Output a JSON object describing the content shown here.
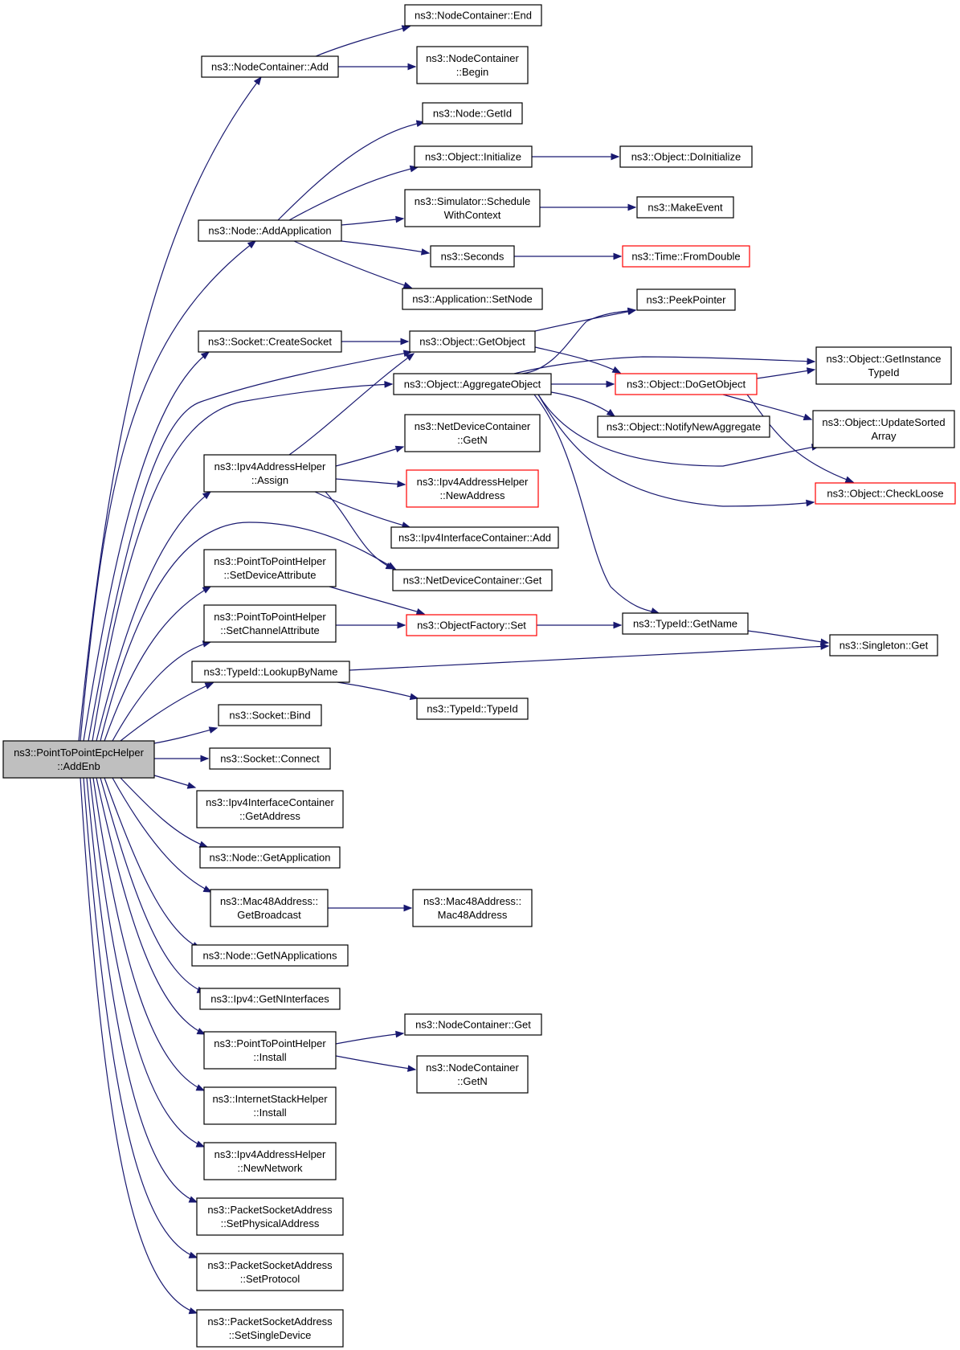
{
  "diagram": {
    "colors": {
      "edge": "#191970",
      "node_border": "#000000",
      "truncated_border": "#ff0000",
      "root_fill": "#bfbfbf",
      "node_fill": "#ffffff"
    },
    "nodes": [
      {
        "id": "root",
        "lines": [
          "ns3::PointToPointEpcHelper",
          "::AddEnb"
        ],
        "style": "root"
      },
      {
        "id": "nc_add",
        "lines": [
          "ns3::NodeContainer::Add"
        ],
        "style": "normal"
      },
      {
        "id": "nc_end",
        "lines": [
          "ns3::NodeContainer::End"
        ],
        "style": "normal"
      },
      {
        "id": "nc_begin",
        "lines": [
          "ns3::NodeContainer",
          "::Begin"
        ],
        "style": "normal"
      },
      {
        "id": "node_getid",
        "lines": [
          "ns3::Node::GetId"
        ],
        "style": "normal"
      },
      {
        "id": "obj_init",
        "lines": [
          "ns3::Object::Initialize"
        ],
        "style": "normal"
      },
      {
        "id": "obj_doinit",
        "lines": [
          "ns3::Object::DoInitialize"
        ],
        "style": "normal"
      },
      {
        "id": "node_addapp",
        "lines": [
          "ns3::Node::AddApplication"
        ],
        "style": "normal"
      },
      {
        "id": "sim_sched",
        "lines": [
          "ns3::Simulator::Schedule",
          "WithContext"
        ],
        "style": "normal"
      },
      {
        "id": "makeevent",
        "lines": [
          "ns3::MakeEvent"
        ],
        "style": "normal"
      },
      {
        "id": "seconds",
        "lines": [
          "ns3::Seconds"
        ],
        "style": "normal"
      },
      {
        "id": "time_fromdouble",
        "lines": [
          "ns3::Time::FromDouble"
        ],
        "style": "truncated"
      },
      {
        "id": "app_setnode",
        "lines": [
          "ns3::Application::SetNode"
        ],
        "style": "normal"
      },
      {
        "id": "sock_create",
        "lines": [
          "ns3::Socket::CreateSocket"
        ],
        "style": "normal"
      },
      {
        "id": "obj_getobject",
        "lines": [
          "ns3::Object::GetObject"
        ],
        "style": "normal"
      },
      {
        "id": "peekpointer",
        "lines": [
          "ns3::PeekPointer"
        ],
        "style": "normal"
      },
      {
        "id": "obj_aggregate",
        "lines": [
          "ns3::Object::AggregateObject"
        ],
        "style": "normal"
      },
      {
        "id": "obj_dogetobject",
        "lines": [
          "ns3::Object::DoGetObject"
        ],
        "style": "truncated"
      },
      {
        "id": "obj_getinstance",
        "lines": [
          "ns3::Object::GetInstance",
          "TypeId"
        ],
        "style": "normal"
      },
      {
        "id": "obj_notify",
        "lines": [
          "ns3::Object::NotifyNewAggregate"
        ],
        "style": "normal"
      },
      {
        "id": "obj_updatesorted",
        "lines": [
          "ns3::Object::UpdateSorted",
          "Array"
        ],
        "style": "normal"
      },
      {
        "id": "obj_checkloose",
        "lines": [
          "ns3::Object::CheckLoose"
        ],
        "style": "truncated"
      },
      {
        "id": "ipv4ah_assign",
        "lines": [
          "ns3::Ipv4AddressHelper",
          "::Assign"
        ],
        "style": "normal"
      },
      {
        "id": "ndc_getn",
        "lines": [
          "ns3::NetDeviceContainer",
          "::GetN"
        ],
        "style": "normal"
      },
      {
        "id": "ipv4ah_newaddr",
        "lines": [
          "ns3::Ipv4AddressHelper",
          "::NewAddress"
        ],
        "style": "truncated"
      },
      {
        "id": "ipv4ic_add",
        "lines": [
          "ns3::Ipv4InterfaceContainer::Add"
        ],
        "style": "normal"
      },
      {
        "id": "ndc_get",
        "lines": [
          "ns3::NetDeviceContainer::Get"
        ],
        "style": "normal"
      },
      {
        "id": "p2p_setdevattr",
        "lines": [
          "ns3::PointToPointHelper",
          "::SetDeviceAttribute"
        ],
        "style": "normal"
      },
      {
        "id": "p2p_setchanattr",
        "lines": [
          "ns3::PointToPointHelper",
          "::SetChannelAttribute"
        ],
        "style": "normal"
      },
      {
        "id": "objfactory_set",
        "lines": [
          "ns3::ObjectFactory::Set"
        ],
        "style": "truncated"
      },
      {
        "id": "typeid_getname",
        "lines": [
          "ns3::TypeId::GetName"
        ],
        "style": "normal"
      },
      {
        "id": "singleton_get",
        "lines": [
          "ns3::Singleton::Get"
        ],
        "style": "normal"
      },
      {
        "id": "typeid_lookup",
        "lines": [
          "ns3::TypeId::LookupByName"
        ],
        "style": "normal"
      },
      {
        "id": "typeid_typeid",
        "lines": [
          "ns3::TypeId::TypeId"
        ],
        "style": "normal"
      },
      {
        "id": "sock_bind",
        "lines": [
          "ns3::Socket::Bind"
        ],
        "style": "normal"
      },
      {
        "id": "sock_connect",
        "lines": [
          "ns3::Socket::Connect"
        ],
        "style": "normal"
      },
      {
        "id": "ipv4ic_getaddr",
        "lines": [
          "ns3::Ipv4InterfaceContainer",
          "::GetAddress"
        ],
        "style": "normal"
      },
      {
        "id": "node_getapp",
        "lines": [
          "ns3::Node::GetApplication"
        ],
        "style": "normal"
      },
      {
        "id": "mac48_getbcast",
        "lines": [
          "ns3::Mac48Address::",
          "GetBroadcast"
        ],
        "style": "normal"
      },
      {
        "id": "mac48_ctor",
        "lines": [
          "ns3::Mac48Address::",
          "Mac48Address"
        ],
        "style": "normal"
      },
      {
        "id": "node_getnapps",
        "lines": [
          "ns3::Node::GetNApplications"
        ],
        "style": "normal"
      },
      {
        "id": "ipv4_getnif",
        "lines": [
          "ns3::Ipv4::GetNInterfaces"
        ],
        "style": "normal"
      },
      {
        "id": "p2p_install",
        "lines": [
          "ns3::PointToPointHelper",
          "::Install"
        ],
        "style": "normal"
      },
      {
        "id": "nc_get",
        "lines": [
          "ns3::NodeContainer::Get"
        ],
        "style": "normal"
      },
      {
        "id": "nc_getn",
        "lines": [
          "ns3::NodeContainer",
          "::GetN"
        ],
        "style": "normal"
      },
      {
        "id": "ish_install",
        "lines": [
          "ns3::InternetStackHelper",
          "::Install"
        ],
        "style": "normal"
      },
      {
        "id": "ipv4ah_newnet",
        "lines": [
          "ns3::Ipv4AddressHelper",
          "::NewNetwork"
        ],
        "style": "normal"
      },
      {
        "id": "psa_setphys",
        "lines": [
          "ns3::PacketSocketAddress",
          "::SetPhysicalAddress"
        ],
        "style": "normal"
      },
      {
        "id": "psa_setproto",
        "lines": [
          "ns3::PacketSocketAddress",
          "::SetProtocol"
        ],
        "style": "normal"
      },
      {
        "id": "psa_setsingle",
        "lines": [
          "ns3::PacketSocketAddress",
          "::SetSingleDevice"
        ],
        "style": "normal"
      }
    ],
    "edges": [
      {
        "from": "root",
        "to": "nc_add"
      },
      {
        "from": "nc_add",
        "to": "nc_end"
      },
      {
        "from": "nc_add",
        "to": "nc_begin"
      },
      {
        "from": "root",
        "to": "node_addapp"
      },
      {
        "from": "node_addapp",
        "to": "node_getid"
      },
      {
        "from": "node_addapp",
        "to": "obj_init"
      },
      {
        "from": "obj_init",
        "to": "obj_doinit"
      },
      {
        "from": "node_addapp",
        "to": "sim_sched"
      },
      {
        "from": "sim_sched",
        "to": "makeevent"
      },
      {
        "from": "node_addapp",
        "to": "seconds"
      },
      {
        "from": "seconds",
        "to": "time_fromdouble"
      },
      {
        "from": "node_addapp",
        "to": "app_setnode"
      },
      {
        "from": "root",
        "to": "sock_create"
      },
      {
        "from": "sock_create",
        "to": "obj_getobject"
      },
      {
        "from": "root",
        "to": "obj_getobject"
      },
      {
        "from": "obj_getobject",
        "to": "peekpointer"
      },
      {
        "from": "obj_getobject",
        "to": "obj_dogetobject"
      },
      {
        "from": "root",
        "to": "obj_aggregate"
      },
      {
        "from": "obj_aggregate",
        "to": "obj_dogetobject"
      },
      {
        "from": "obj_aggregate",
        "to": "peekpointer"
      },
      {
        "from": "obj_aggregate",
        "to": "obj_getinstance"
      },
      {
        "from": "obj_aggregate",
        "to": "obj_notify"
      },
      {
        "from": "obj_aggregate",
        "to": "obj_updatesorted"
      },
      {
        "from": "obj_aggregate",
        "to": "obj_checkloose"
      },
      {
        "from": "obj_aggregate",
        "to": "typeid_getname"
      },
      {
        "from": "obj_dogetobject",
        "to": "obj_getinstance"
      },
      {
        "from": "obj_dogetobject",
        "to": "obj_updatesorted"
      },
      {
        "from": "obj_dogetobject",
        "to": "obj_checkloose"
      },
      {
        "from": "root",
        "to": "ipv4ah_assign"
      },
      {
        "from": "ipv4ah_assign",
        "to": "obj_getobject"
      },
      {
        "from": "ipv4ah_assign",
        "to": "ndc_getn"
      },
      {
        "from": "ipv4ah_assign",
        "to": "ipv4ah_newaddr"
      },
      {
        "from": "ipv4ah_assign",
        "to": "ipv4ic_add"
      },
      {
        "from": "ipv4ah_assign",
        "to": "ndc_get"
      },
      {
        "from": "root",
        "to": "ndc_get"
      },
      {
        "from": "root",
        "to": "p2p_setdevattr"
      },
      {
        "from": "p2p_setdevattr",
        "to": "objfactory_set"
      },
      {
        "from": "root",
        "to": "p2p_setchanattr"
      },
      {
        "from": "p2p_setchanattr",
        "to": "objfactory_set"
      },
      {
        "from": "objfactory_set",
        "to": "typeid_getname"
      },
      {
        "from": "typeid_getname",
        "to": "singleton_get"
      },
      {
        "from": "root",
        "to": "typeid_lookup"
      },
      {
        "from": "typeid_lookup",
        "to": "singleton_get"
      },
      {
        "from": "typeid_lookup",
        "to": "typeid_typeid"
      },
      {
        "from": "root",
        "to": "sock_bind"
      },
      {
        "from": "root",
        "to": "sock_connect"
      },
      {
        "from": "root",
        "to": "ipv4ic_getaddr"
      },
      {
        "from": "root",
        "to": "node_getapp"
      },
      {
        "from": "root",
        "to": "mac48_getbcast"
      },
      {
        "from": "mac48_getbcast",
        "to": "mac48_ctor"
      },
      {
        "from": "root",
        "to": "node_getnapps"
      },
      {
        "from": "root",
        "to": "ipv4_getnif"
      },
      {
        "from": "root",
        "to": "p2p_install"
      },
      {
        "from": "p2p_install",
        "to": "nc_get"
      },
      {
        "from": "p2p_install",
        "to": "nc_getn"
      },
      {
        "from": "root",
        "to": "ish_install"
      },
      {
        "from": "root",
        "to": "ipv4ah_newnet"
      },
      {
        "from": "root",
        "to": "psa_setphys"
      },
      {
        "from": "root",
        "to": "psa_setproto"
      },
      {
        "from": "root",
        "to": "psa_setsingle"
      }
    ]
  }
}
